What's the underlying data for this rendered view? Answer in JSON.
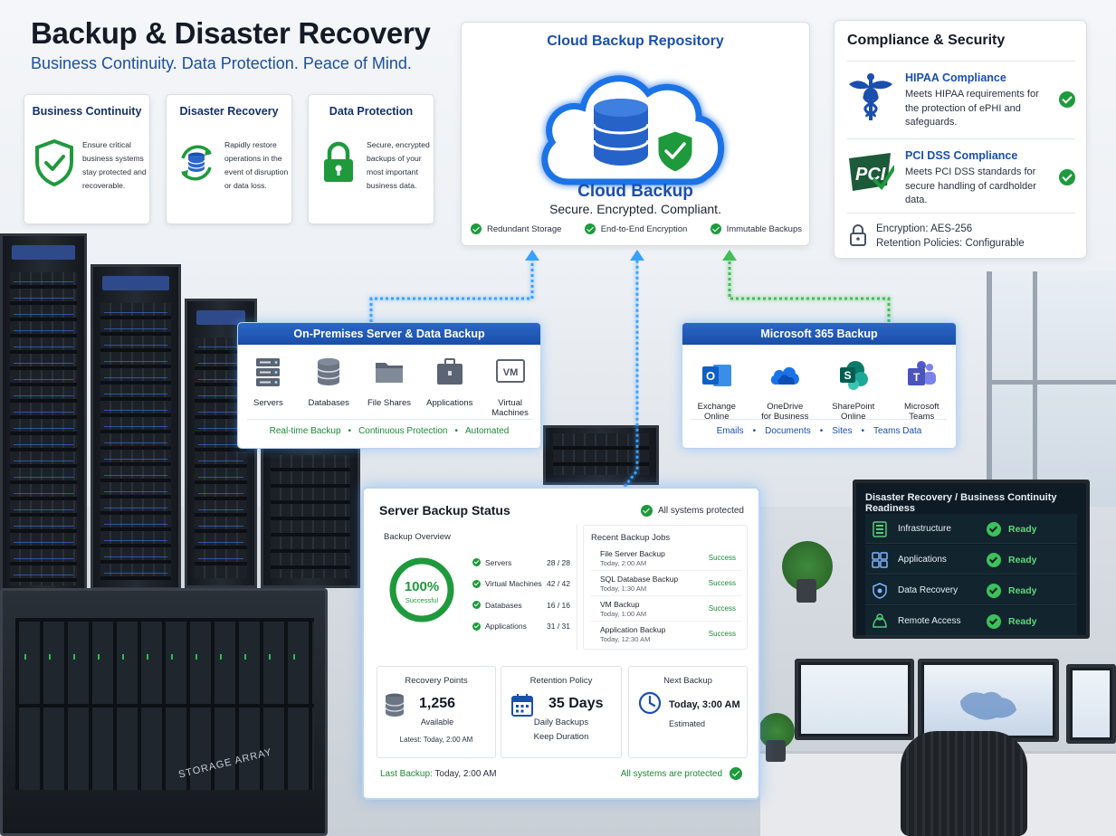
{
  "header": {
    "title": "Backup & Disaster Recovery",
    "subtitle": "Business Continuity. Data Protection. Peace of Mind."
  },
  "features": [
    {
      "title": "Business Continuity",
      "text": "Ensure critical business systems stay protected and recoverable.",
      "icon": "shield-check-icon"
    },
    {
      "title": "Disaster Recovery",
      "text": "Rapidly restore operations in the event of disruption or data loss.",
      "icon": "database-refresh-icon"
    },
    {
      "title": "Data Protection",
      "text": "Secure, encrypted backups of your most important business data.",
      "icon": "padlock-icon"
    }
  ],
  "cloud": {
    "title": "Cloud Backup Repository",
    "name": "Cloud Backup",
    "tagline": "Secure. Encrypted. Compliant.",
    "features": [
      "Redundant Storage",
      "End-to-End Encryption",
      "Immutable Backups"
    ]
  },
  "compliance": {
    "title": "Compliance & Security",
    "items": [
      {
        "title": "HIPAA Compliance",
        "text": "Meets HIPAA requirements for the protection of ePHI and safeguards.",
        "icon": "caduceus-icon"
      },
      {
        "title": "PCI DSS Compliance",
        "text": "Meets PCI DSS standards for secure handling of cardholder data.",
        "icon": "pci-logo-icon"
      }
    ],
    "encryption": "Encryption: AES-256",
    "retention": "Retention Policies: Configurable"
  },
  "onprem": {
    "title": "On-Premises Server & Data Backup",
    "items": [
      {
        "label": "Servers",
        "icon": "server-icon"
      },
      {
        "label": "Databases",
        "icon": "database-icon"
      },
      {
        "label": "File Shares",
        "icon": "folder-icon"
      },
      {
        "label": "Applications",
        "icon": "briefcase-icon"
      },
      {
        "label": "Virtual Machines",
        "icon": "vm-icon",
        "icon_text": "VM"
      }
    ],
    "footer": [
      "Real-time Backup",
      "Continuous Protection",
      "Automated"
    ]
  },
  "m365": {
    "title": "Microsoft 365 Backup",
    "items": [
      {
        "label1": "Exchange",
        "label2": "Online",
        "icon": "outlook-icon",
        "icon_text": "O"
      },
      {
        "label1": "OneDrive",
        "label2": "for Business",
        "icon": "onedrive-icon"
      },
      {
        "label1": "SharePoint",
        "label2": "Online",
        "icon": "sharepoint-icon",
        "icon_text": "S"
      },
      {
        "label1": "Microsoft",
        "label2": "Teams",
        "icon": "teams-icon",
        "icon_text": "T"
      }
    ],
    "footer": [
      "Emails",
      "Documents",
      "Sites",
      "Teams Data"
    ]
  },
  "status": {
    "title": "Server Backup Status",
    "all_protected": "All systems protected",
    "overview_title": "Backup Overview",
    "success_pct": 100,
    "success_label": "100%",
    "success_sub": "Successful",
    "rows": [
      {
        "name": "Servers",
        "count": "28 / 28"
      },
      {
        "name": "Virtual Machines",
        "count": "42 / 42"
      },
      {
        "name": "Databases",
        "count": "16 / 16"
      },
      {
        "name": "Applications",
        "count": "31 / 31"
      }
    ],
    "jobs_title": "Recent Backup Jobs",
    "jobs": [
      {
        "name": "File Server Backup",
        "time": "Today, 2:00 AM",
        "status": "Success"
      },
      {
        "name": "SQL Database Backup",
        "time": "Today, 1:30 AM",
        "status": "Success"
      },
      {
        "name": "VM Backup",
        "time": "Today, 1:00 AM",
        "status": "Success"
      },
      {
        "name": "Application Backup",
        "time": "Today, 12:30 AM",
        "status": "Success"
      }
    ],
    "recovery": {
      "title": "Recovery Points",
      "value": "1,256",
      "sub": "Available",
      "latest": "Latest: Today, 2:00 AM"
    },
    "retention": {
      "title": "Retention Policy",
      "value": "35 Days",
      "sub1": "Daily Backups",
      "sub2": "Keep Duration"
    },
    "next": {
      "title": "Next Backup",
      "value": "Today, 3:00 AM",
      "sub": "Estimated"
    },
    "last_label": "Last Backup:",
    "last_value": "Today, 2:00 AM",
    "footer_right": "All systems are protected"
  },
  "readiness": {
    "title": "Disaster Recovery / Business Continuity Readiness",
    "rows": [
      {
        "name": "Infrastructure",
        "status": "Ready",
        "icon": "infrastructure-icon"
      },
      {
        "name": "Applications",
        "status": "Ready",
        "icon": "applications-icon"
      },
      {
        "name": "Data Recovery",
        "status": "Ready",
        "icon": "data-recovery-icon"
      },
      {
        "name": "Remote Access",
        "status": "Ready",
        "icon": "remote-access-icon"
      }
    ]
  },
  "hardware": {
    "storage_label": "STORAGE ARRAY"
  },
  "colors": {
    "brand_blue": "#1b4fae",
    "success_green": "#1e9a3c",
    "panel_blue": "#1a4fa8",
    "tv_ready": "#5fd97a"
  }
}
